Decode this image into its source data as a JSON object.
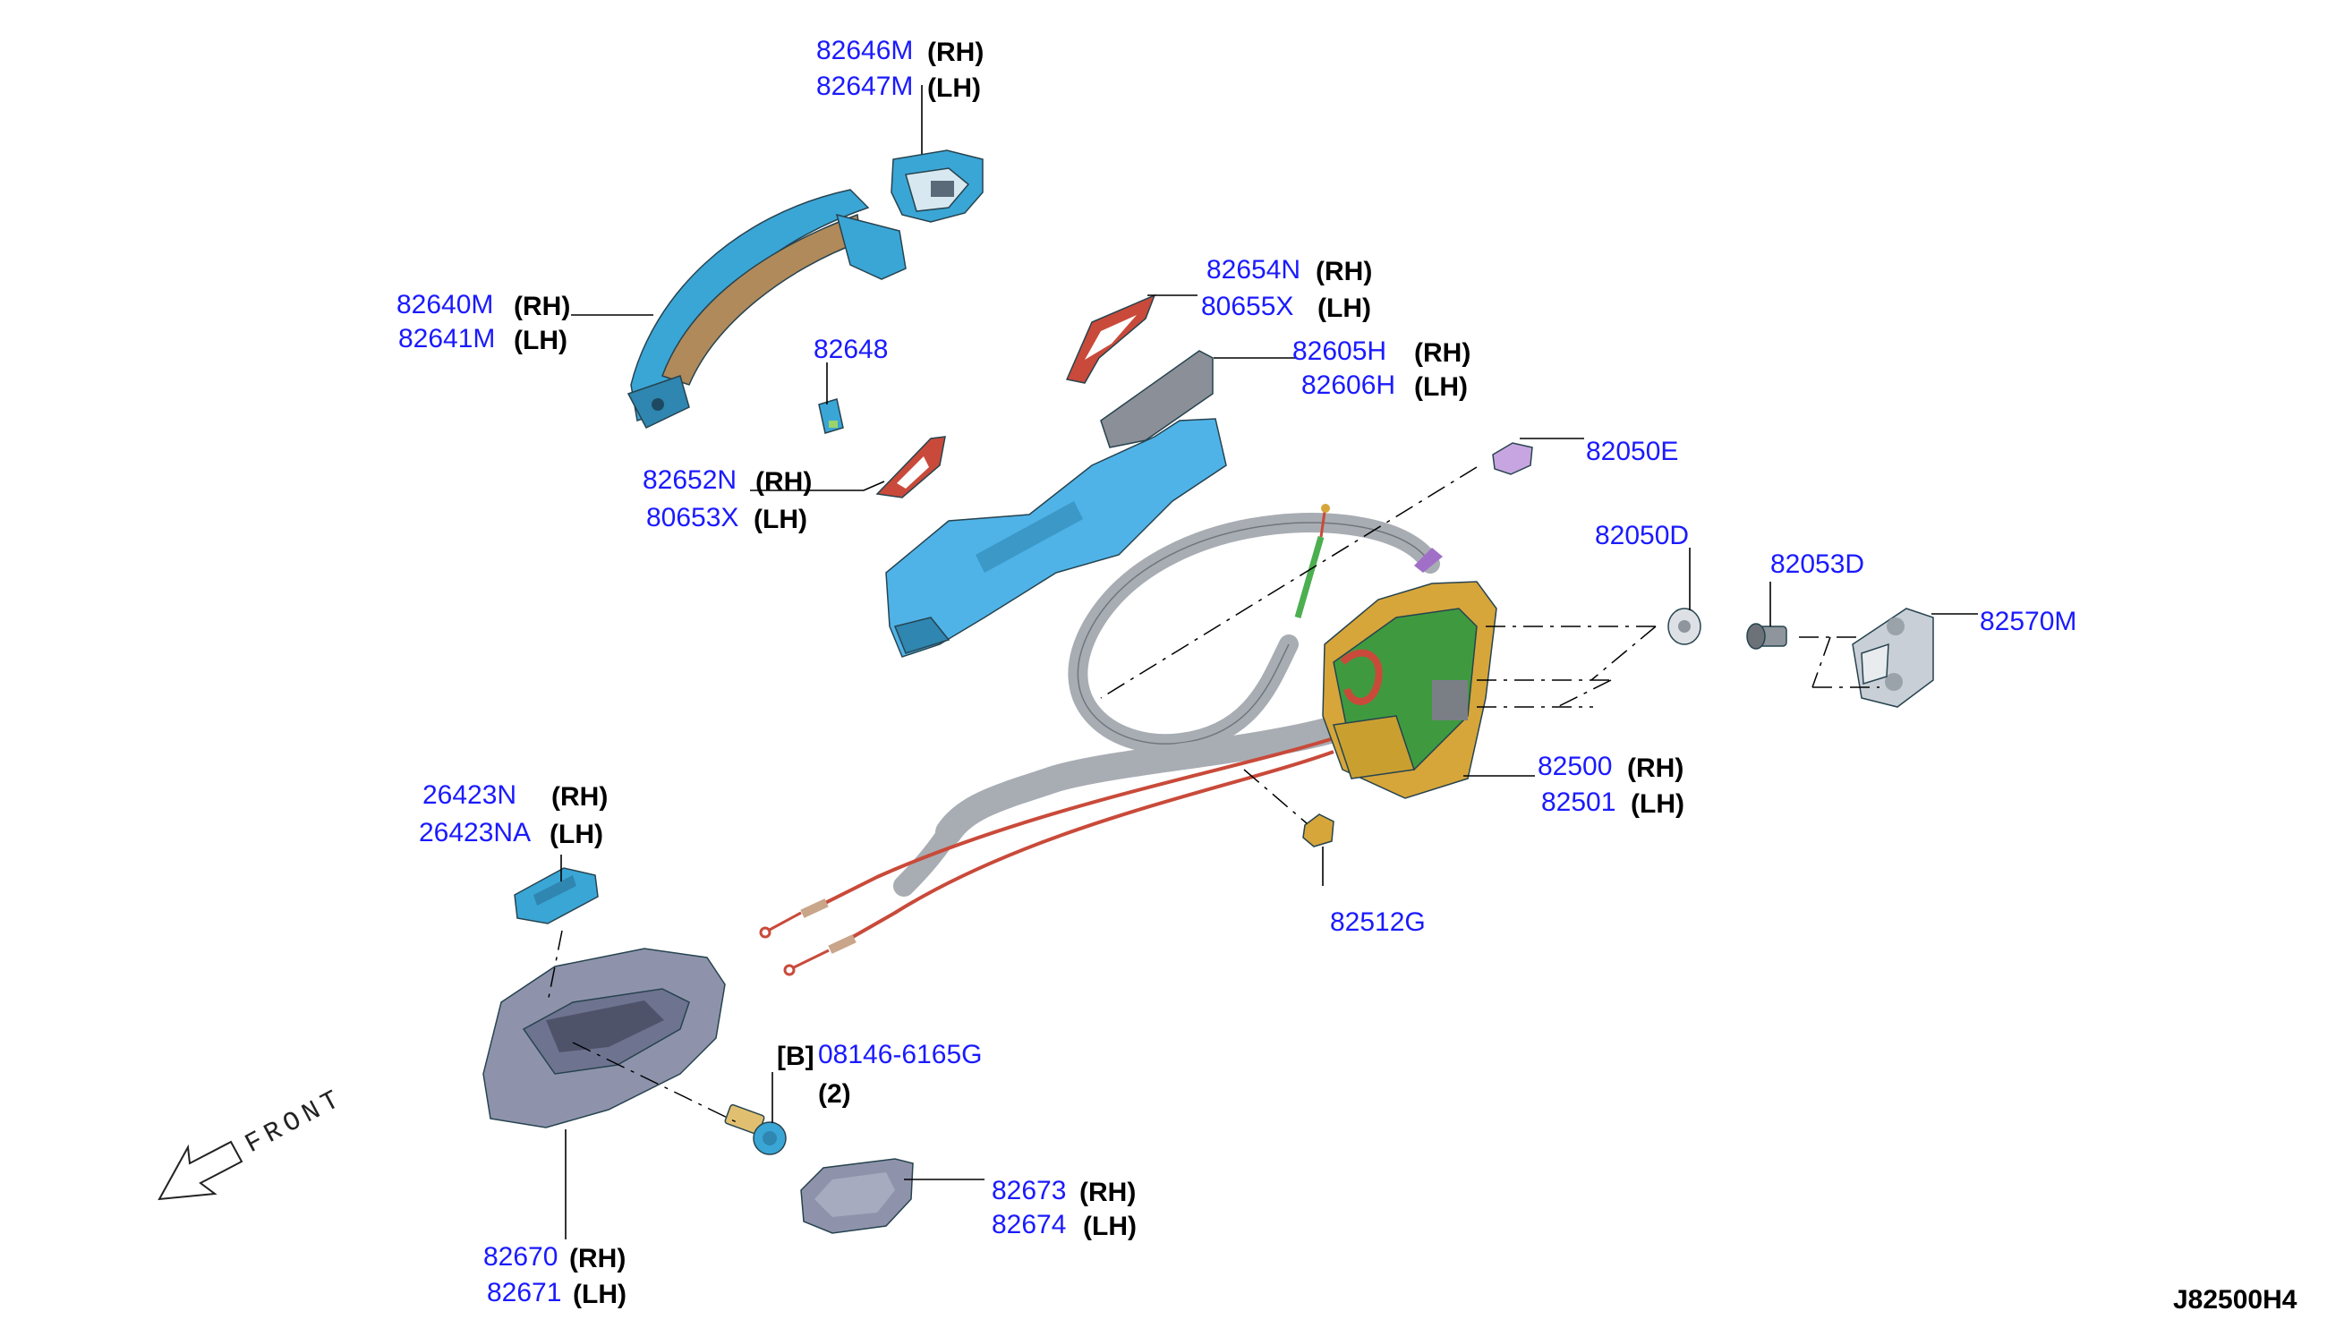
{
  "diagram_code": "J82500H4",
  "front_label": "FRONT",
  "colors": {
    "part_number": "#1a1aff",
    "handle_blue": "#3aa6d6",
    "handle_bronze": "#b08a5a",
    "gasket_red": "#c94a3a",
    "frame_blue": "#4fb3e8",
    "cable_grey": "#a8adb3",
    "lock_green": "#3f9a3f",
    "lock_gold": "#d6a63a",
    "inside_handle_grey": "#8e93ab",
    "striker_grey": "#c9cfd6"
  },
  "labels": {
    "outer_cover": {
      "rh": "82646M",
      "lh": "82647M",
      "rh_tag": "(RH)",
      "lh_tag": "(LH)"
    },
    "outer_handle": {
      "rh": "82640M",
      "lh": "82641M",
      "rh_tag": "(RH)",
      "lh_tag": "(LH)"
    },
    "clip": {
      "pn": "82648"
    },
    "gasket_front": {
      "rh": "82652N",
      "lh": "80653X",
      "rh_tag": "(RH)",
      "lh_tag": "(LH)"
    },
    "gasket_rear": {
      "rh": "82654N",
      "lh": "80655X",
      "rh_tag": "(RH)",
      "lh_tag": "(LH)"
    },
    "bracket": {
      "rh": "82605H",
      "lh": "82606H",
      "rh_tag": "(RH)",
      "lh_tag": "(LH)"
    },
    "rod_holder": {
      "pn": "82050E"
    },
    "grommet": {
      "pn": "82050D"
    },
    "screw": {
      "pn": "82053D"
    },
    "striker": {
      "pn": "82570M"
    },
    "lock_actuator": {
      "rh": "82500",
      "lh": "82501",
      "rh_tag": "(RH)",
      "lh_tag": "(LH)"
    },
    "clip_small": {
      "pn": "82512G"
    },
    "inner_escutcheon": {
      "rh": "26423N",
      "lh": "26423NA",
      "rh_tag": "(RH)",
      "lh_tag": "(LH)"
    },
    "bolt": {
      "bracket": "[B]",
      "pn": "08146-6165G",
      "qty": "(2)"
    },
    "inner_cover": {
      "rh": "82673",
      "lh": "82674",
      "rh_tag": "(RH)",
      "lh_tag": "(LH)"
    },
    "inner_handle": {
      "rh": "82670",
      "lh": "82671",
      "rh_tag": "(RH)",
      "lh_tag": "(LH)"
    }
  }
}
